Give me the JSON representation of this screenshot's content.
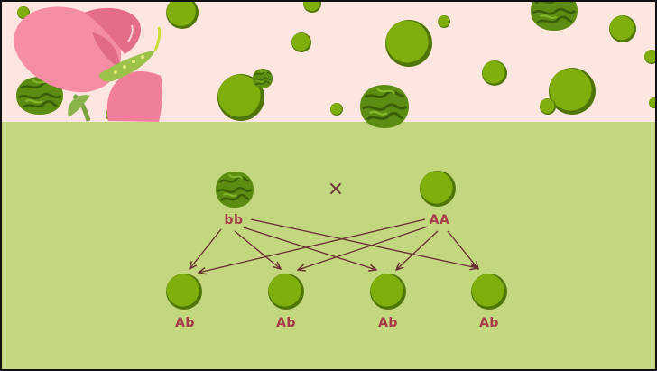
{
  "colors": {
    "top_background": "#fde6df",
    "bottom_background": "#c2d77e",
    "pea_light": "#7fae0d",
    "pea_dark": "#4f7508",
    "wrinkled_dark": "#4c7510",
    "label_color": "#a63a4a",
    "arrow_color": "#6b2c35",
    "flower_pink": "#f0809a",
    "flower_dark": "#d95c79",
    "leaf_green": "#8ab44a"
  },
  "diagram": {
    "cross_symbol": "×",
    "parent_left": {
      "genotype": "bb",
      "pea": "wrinkled"
    },
    "parent_right": {
      "genotype": "AA",
      "pea": "round"
    },
    "offspring": [
      {
        "genotype": "Ab",
        "pea": "round"
      },
      {
        "genotype": "Ab",
        "pea": "round"
      },
      {
        "genotype": "Ab",
        "pea": "round"
      },
      {
        "genotype": "Ab",
        "pea": "round"
      }
    ]
  },
  "icons": {
    "flower": "pea-flower-icon",
    "round_pea": "round-pea-icon",
    "wrinkled_pea": "wrinkled-pea-icon"
  }
}
